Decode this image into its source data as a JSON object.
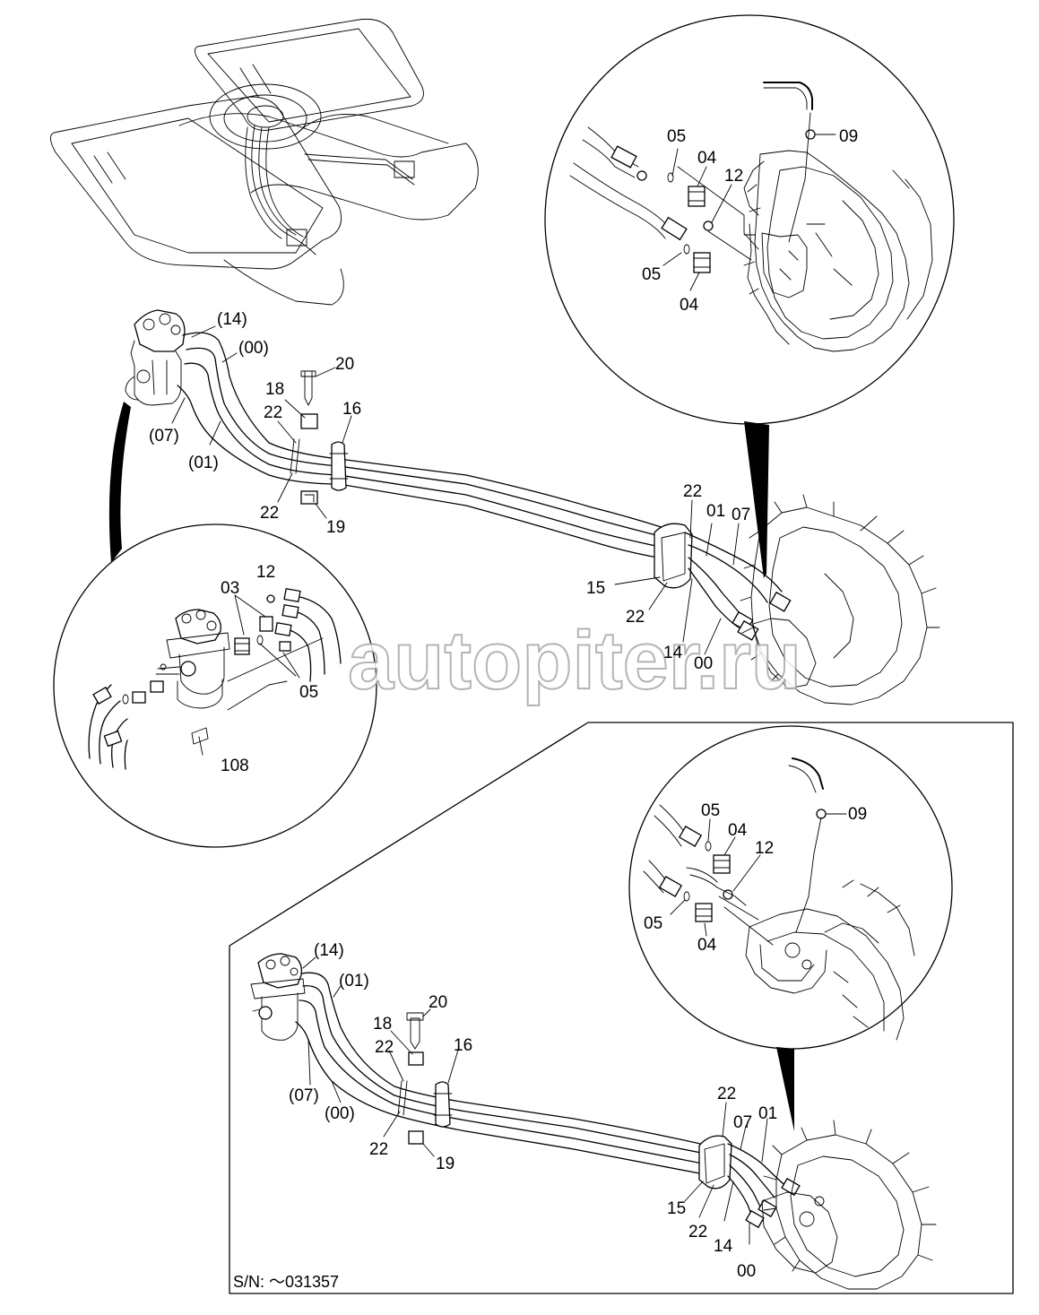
{
  "labels": {
    "top_circle": [
      "05",
      "04",
      "12",
      "05",
      "04",
      "09"
    ],
    "main_assembly": [
      "(14)",
      "(00)",
      "20",
      "18",
      "22",
      "16",
      "(07)",
      "(01)",
      "22",
      "19",
      "22",
      "01",
      "07",
      "15",
      "22",
      "14",
      "00"
    ],
    "left_circle": [
      "12",
      "03",
      "05",
      "108"
    ],
    "lower_circle": [
      "05",
      "04",
      "12",
      "05",
      "04",
      "09"
    ],
    "lower_assembly": [
      "(14)",
      "(01)",
      "20",
      "18",
      "22",
      "16",
      "(07)",
      "(00)",
      "22",
      "19",
      "22",
      "07",
      "01",
      "15",
      "22",
      "14",
      "00"
    ]
  },
  "serial_note": "S/N: ～031357",
  "watermark": "autopiter.ru"
}
